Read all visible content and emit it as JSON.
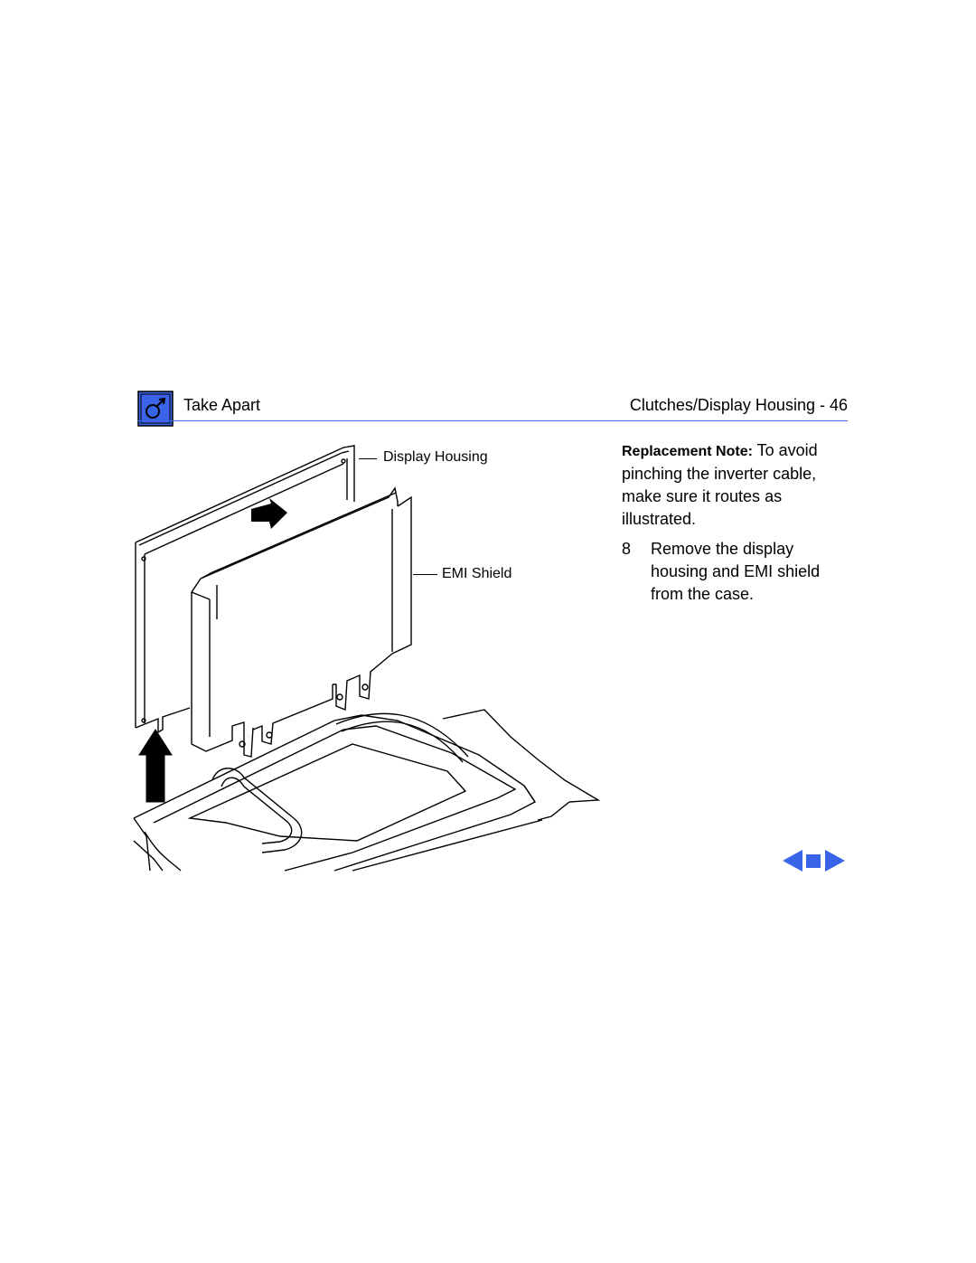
{
  "header": {
    "section": "Take Apart",
    "page_title": "Clutches/Display Housing - 46",
    "icon": "take-apart-icon",
    "accent_color": "#3a64e8"
  },
  "callouts": {
    "display_housing": "Display Housing",
    "emi_shield": "EMI Shield"
  },
  "note": {
    "label": "Replacement Note:",
    "text": " To avoid pinching the inverter cable, make sure it routes as illustrated."
  },
  "step": {
    "number": "8",
    "text": "Remove the display housing and EMI shield from the case."
  },
  "nav": {
    "prev_icon": "prev-page-icon",
    "home_icon": "stop-icon",
    "next_icon": "next-page-icon",
    "color": "#3a64e8"
  }
}
